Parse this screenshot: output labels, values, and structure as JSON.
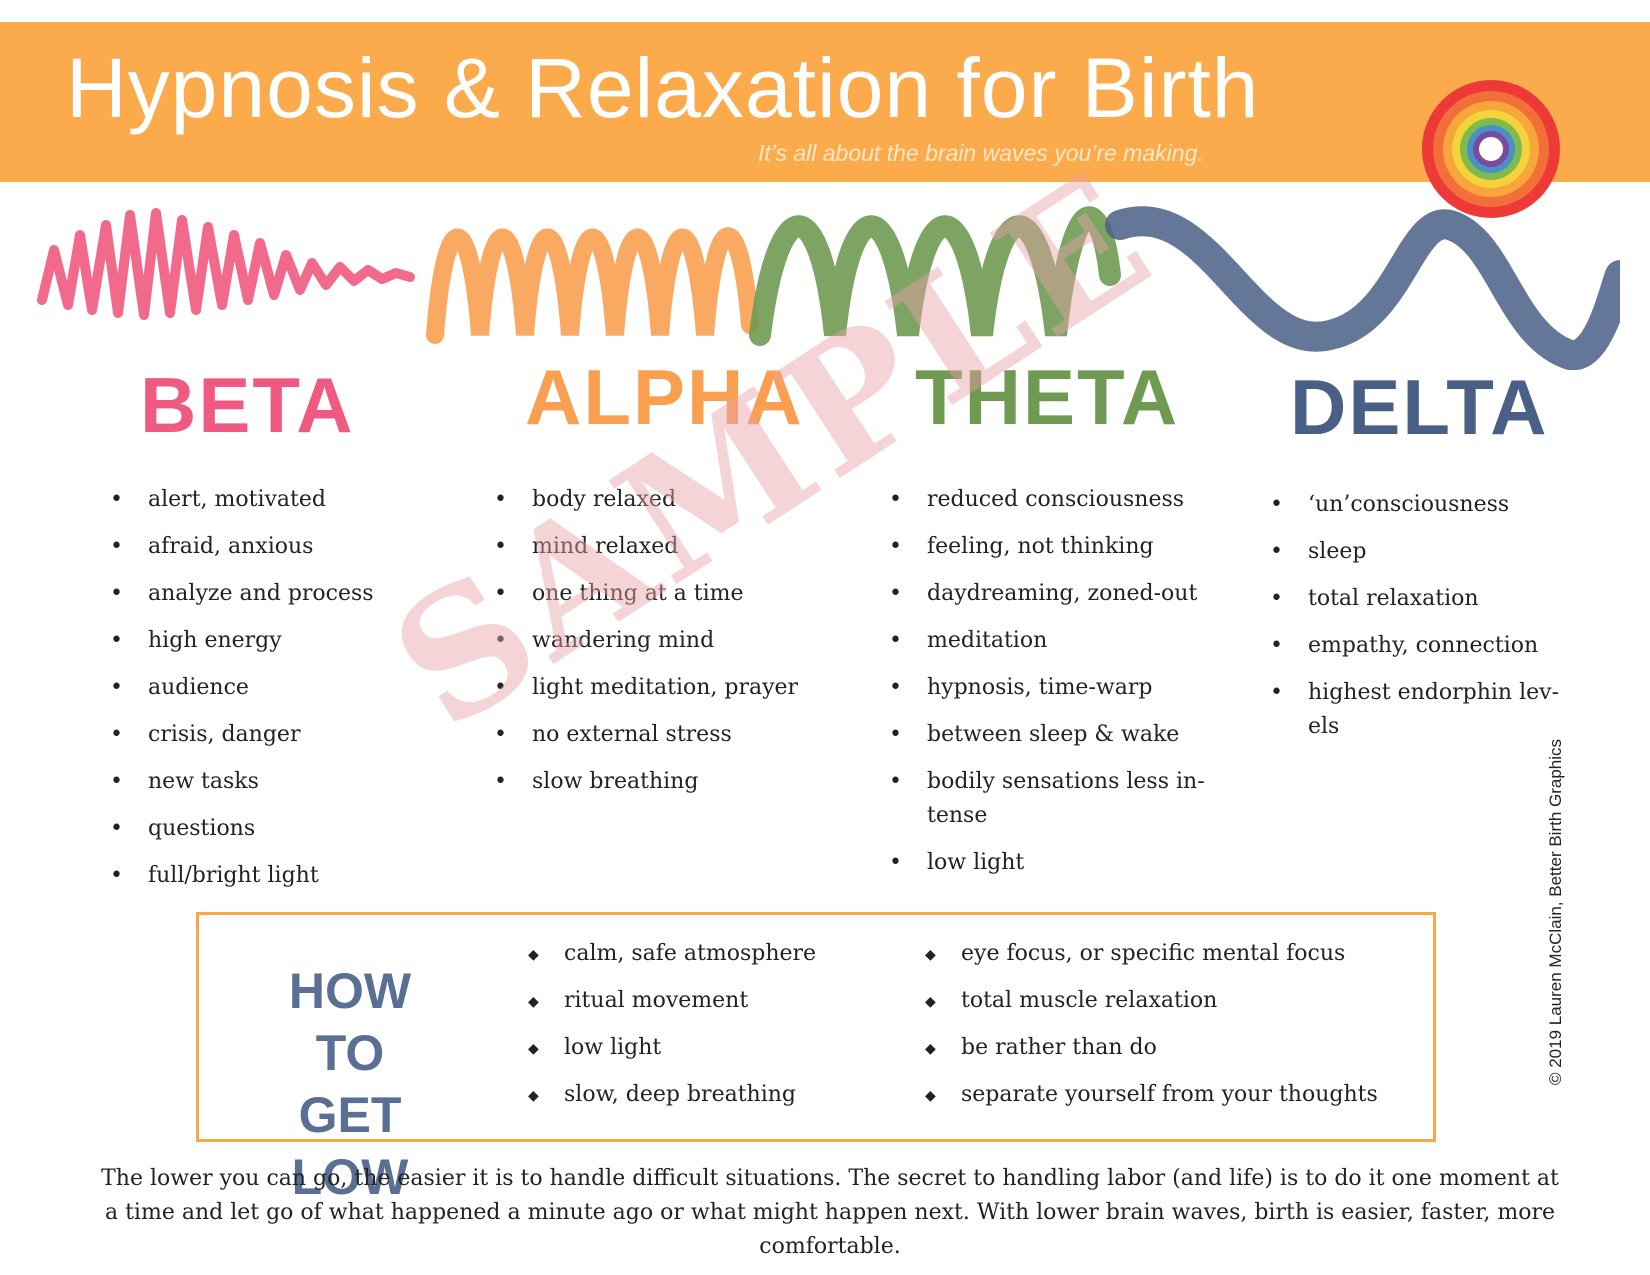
{
  "header": {
    "title": "Hypnosis & Relaxation for Birth",
    "subtitle": "It’s all about the brain waves you’re making."
  },
  "bands": [
    {
      "name": "BETA",
      "color": "#f05a80",
      "items": [
        "alert, motivated",
        "afraid, anxious",
        "analyze and process",
        "high energy",
        "audience",
        "crisis, danger",
        "new tasks",
        "questions",
        "full/bright light"
      ]
    },
    {
      "name": "ALPHA",
      "color": "#f8a050",
      "items": [
        "body relaxed",
        "mind relaxed",
        "one thing at a time",
        "wandering mind",
        "light meditation, prayer",
        "no external stress",
        "slow breathing"
      ]
    },
    {
      "name": "THETA",
      "color": "#6f9a52",
      "items": [
        "reduced consciousness",
        "feeling, not thinking",
        "daydreaming, zoned-out",
        "meditation",
        "hypnosis, time-warp",
        "between sleep & wake",
        "bodily sensations less in-tense",
        "low light"
      ]
    },
    {
      "name": "DELTA",
      "color": "#4a5f86",
      "items": [
        "‘un’consciousness",
        "sleep",
        "total relaxation",
        "empathy, connection",
        "highest endorphin lev-els"
      ]
    }
  ],
  "how_to": {
    "title_line1": "HOW TO",
    "title_line2": "GET LOW",
    "left": [
      "calm, safe atmosphere",
      "ritual movement",
      "low light",
      "slow, deep breathing"
    ],
    "right": [
      "eye focus, or specific mental focus",
      "total muscle relaxation",
      "be rather than do",
      "separate yourself from your thoughts"
    ]
  },
  "footer": "The lower you can go, the easier it is to handle difficult situations. The secret to handling labor (and life) is to do it one moment at a time and let go of what happened a minute ago or what might happen next. With lower brain waves, birth is easier, faster, more comfortable.",
  "copyright": "© 2019 Lauren McClain, Better Birth Graphics",
  "watermark": "SAMPLE",
  "colors": {
    "banner": "#fbab4b",
    "box_border": "#f7a94a",
    "how_to_title": "#5a6f94"
  }
}
